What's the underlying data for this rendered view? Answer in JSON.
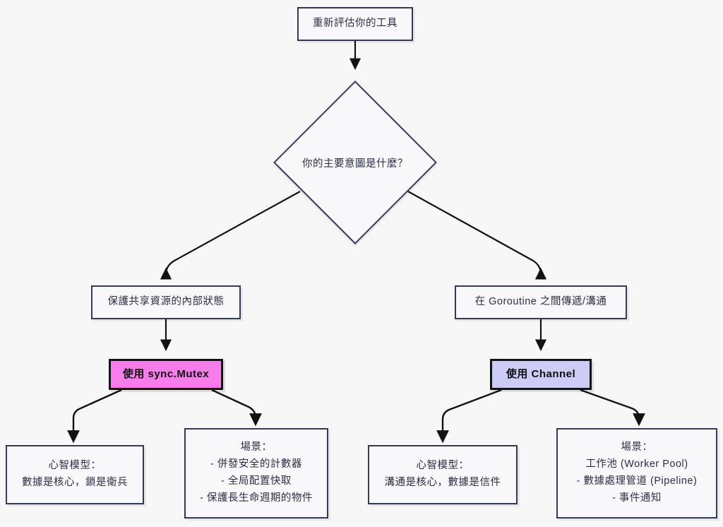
{
  "diagram": {
    "title_node": {
      "label": "重新評估你的工具"
    },
    "decision": {
      "label": "你的主要意圖是什麼？"
    },
    "branches": {
      "left": {
        "label": "保護共享資源的內部狀態"
      },
      "right": {
        "label": "在 Goroutine 之間傳遞/溝通"
      }
    },
    "choices": {
      "mutex": {
        "label": "使用 sync.Mutex",
        "fill": "#f77dea",
        "border": "#121212"
      },
      "channel": {
        "label": "使用 Channel",
        "fill": "#ccccf5",
        "border": "#121212"
      }
    },
    "details": {
      "mutex_model": {
        "lines": [
          "心智模型：",
          "數據是核心，鎖是衛兵"
        ]
      },
      "mutex_scenarios": {
        "lines": [
          "場景：",
          "- 併發安全的計數器",
          "- 全局配置快取",
          "- 保護長生命週期的物件"
        ]
      },
      "channel_model": {
        "lines": [
          "心智模型：",
          "溝通是核心，數據是信件"
        ]
      },
      "channel_scenarios": {
        "lines": [
          "場景：",
          "工作池 (Worker Pool)",
          "- 數據處理管道 (Pipeline)",
          "- 事件通知"
        ]
      }
    },
    "colors": {
      "background": "#f7f7f8",
      "node_fill": "#f8f8fb",
      "node_border": "#333a56",
      "edge": "#121212",
      "text": "#2b2f45"
    }
  }
}
